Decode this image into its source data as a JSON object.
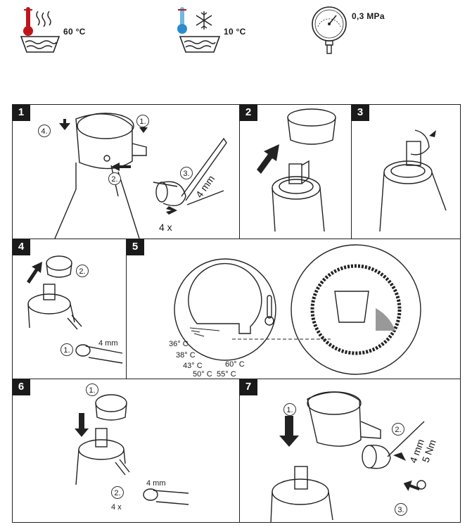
{
  "specs": {
    "hot_temp": "60 °C",
    "cold_temp": "10 °C",
    "pressure": "0,3 MPa"
  },
  "steps": [
    {
      "number": "1",
      "labels": {
        "s1": "1.",
        "s2": "2.",
        "s3": "3.",
        "s4": "4.",
        "tool": "4 mm",
        "turns": "4 x"
      }
    },
    {
      "number": "2"
    },
    {
      "number": "3"
    },
    {
      "number": "4",
      "labels": {
        "s1": "1.",
        "s2": "2.",
        "tool": "4 mm"
      }
    },
    {
      "number": "5",
      "labels": {
        "t36": "36° C",
        "t38": "38° C",
        "t43": "43° C",
        "t50": "50° C",
        "t55": "55° C",
        "t60": "60° C"
      }
    },
    {
      "number": "6",
      "labels": {
        "s1": "1.",
        "s2": "2.",
        "tool": "4 mm",
        "turns": "4 x"
      }
    },
    {
      "number": "7",
      "labels": {
        "s1": "1.",
        "s2": "2.",
        "s3": "3.",
        "tool": "4 mm",
        "torque": "5 Nm"
      }
    }
  ]
}
